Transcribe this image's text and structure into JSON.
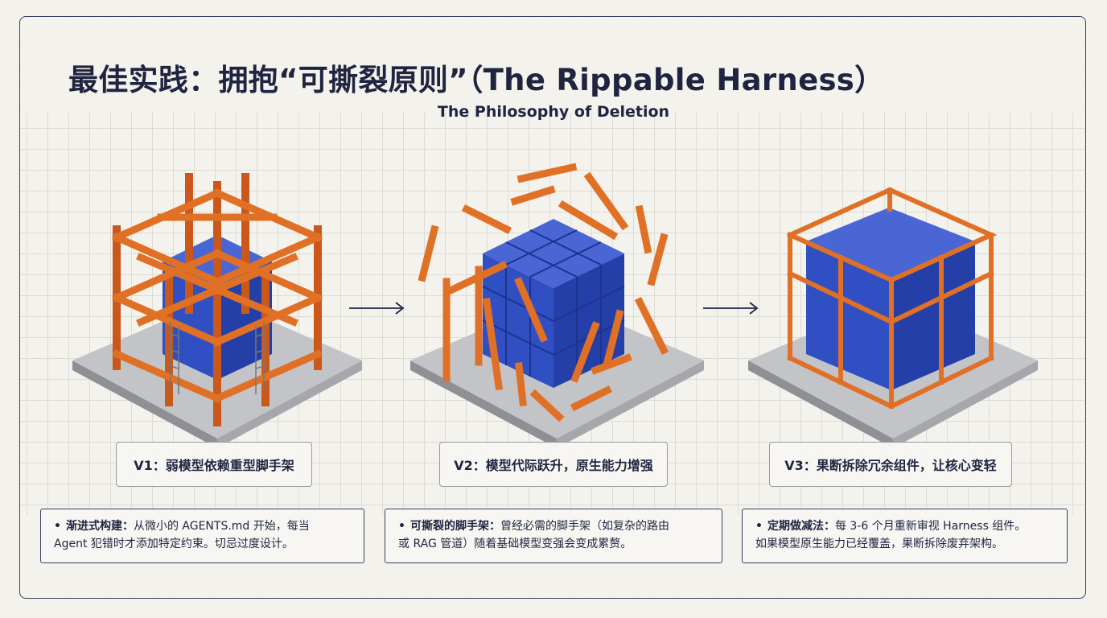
{
  "title": "最佳实践：拥抱“可撕裂原则”（The Rippable Harness）",
  "subtitle": "The Philosophy of Deletion",
  "stages": [
    {
      "label": "V1：弱模型依赖重型脚手架"
    },
    {
      "label": "V2：模型代际跃升，原生能力增强"
    },
    {
      "label": "V3：果断拆除冗余组件，让核心变轻"
    }
  ],
  "notes": [
    {
      "bullet": "•",
      "term": "渐进式构建：",
      "line1": "从微小的 AGENTS.md 开始，每当",
      "line2": "Agent 犯错时才添加特定约束。切忌过度设计。"
    },
    {
      "bullet": "•",
      "term": "可撕裂的脚手架：",
      "line1": "曾经必需的脚手架（如复杂的路由",
      "line2": "或 RAG 管道）随着基础模型变强会变成累赘。"
    },
    {
      "bullet": "•",
      "term": "定期做减法：",
      "line1": "每 3-6 个月重新审视 Harness 组件。",
      "line2": "如果模型原生能力已经覆盖，果断拆除废弃架构。"
    }
  ],
  "colors": {
    "scaffold": "#d9641c",
    "core": "#2f4fc2",
    "ink": "#1f2440"
  },
  "icons": [
    "right-arrow-icon",
    "right-arrow-icon"
  ]
}
